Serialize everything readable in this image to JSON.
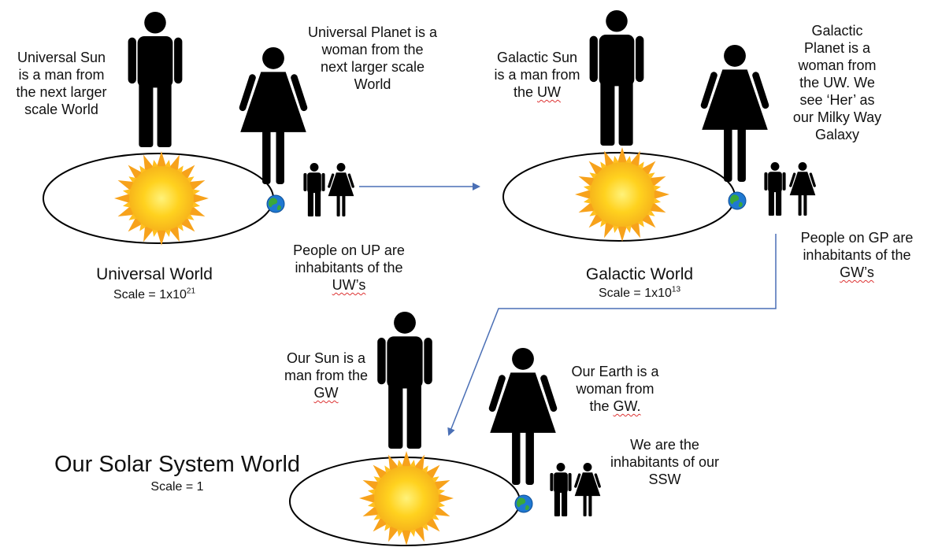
{
  "worlds": {
    "universal": {
      "title": "Universal World",
      "scale_prefix": "Scale = 1x10",
      "scale_exp": "21",
      "sun_lines": [
        "Universal Sun",
        "is a man from",
        "the next larger",
        "scale World"
      ],
      "planet_lines": [
        "Universal Planet is a",
        "woman from the",
        "next larger scale",
        "World"
      ],
      "people_lines": [
        "People on UP are",
        "inhabitants of the",
        "UW’s"
      ]
    },
    "galactic": {
      "title": "Galactic World",
      "scale_prefix": "Scale = 1x10",
      "scale_exp": "13",
      "sun_lines": [
        "Galactic Sun",
        "is a man from",
        "the UW"
      ],
      "planet_lines": [
        "Galactic",
        "Planet is a",
        "woman from",
        "the UW.  We",
        "see ‘Her’ as",
        "our Milky Way",
        "Galaxy"
      ],
      "people_lines": [
        "People on GP are",
        "inhabitants of the",
        "GW’s"
      ]
    },
    "solar": {
      "title": "Our Solar System World",
      "scale": "Scale = 1",
      "sun_lines": [
        "Our Sun is a",
        "man from the",
        "GW"
      ],
      "earth_lines": [
        "Our Earth is a",
        "woman from",
        "the GW."
      ],
      "inhabitants_lines": [
        "We are the",
        "inhabitants of our",
        "SSW"
      ]
    }
  },
  "colors": {
    "arrow": "#4a6fb5",
    "sun_core": "#ffd21f",
    "sun_rays": "#f7a21b",
    "figure": "#000000",
    "orbit": "#000000",
    "globe_ocean": "#1f78d1",
    "globe_land": "#3aa83a"
  },
  "icons": {
    "sun": "sun-icon",
    "man": "man-icon",
    "woman": "woman-icon",
    "globe": "earth-icon"
  }
}
